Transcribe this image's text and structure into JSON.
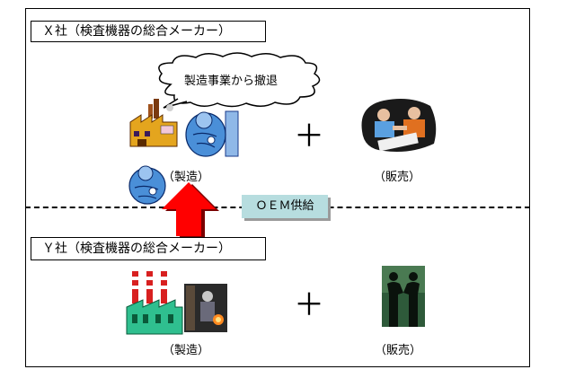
{
  "company_x": {
    "title": "Ｘ社（検査機器の総合メーカー）",
    "withdrawal_note": "製造事業から撤退",
    "manufacturing_label": "（製造）",
    "sales_label": "（販売）"
  },
  "oem": {
    "label": "ＯＥＭ供給"
  },
  "company_y": {
    "title": "Ｙ社（検査機器の総合メーカー）",
    "manufacturing_label": "（製造）",
    "sales_label": "（販売）"
  },
  "symbols": {
    "plus": "＋"
  },
  "icons": [
    "factory-icon",
    "worker-inspecting-icon",
    "handshake-meeting-icon",
    "arrow-up-icon",
    "green-factory-icon",
    "steel-worker-photo-icon",
    "handshake-silhouette-icon"
  ],
  "colors": {
    "arrow": "#ff0000",
    "oem_box": "#b7dddf",
    "factory_green": "#2fbf8f",
    "worker_blue": "#4a8fd8"
  }
}
